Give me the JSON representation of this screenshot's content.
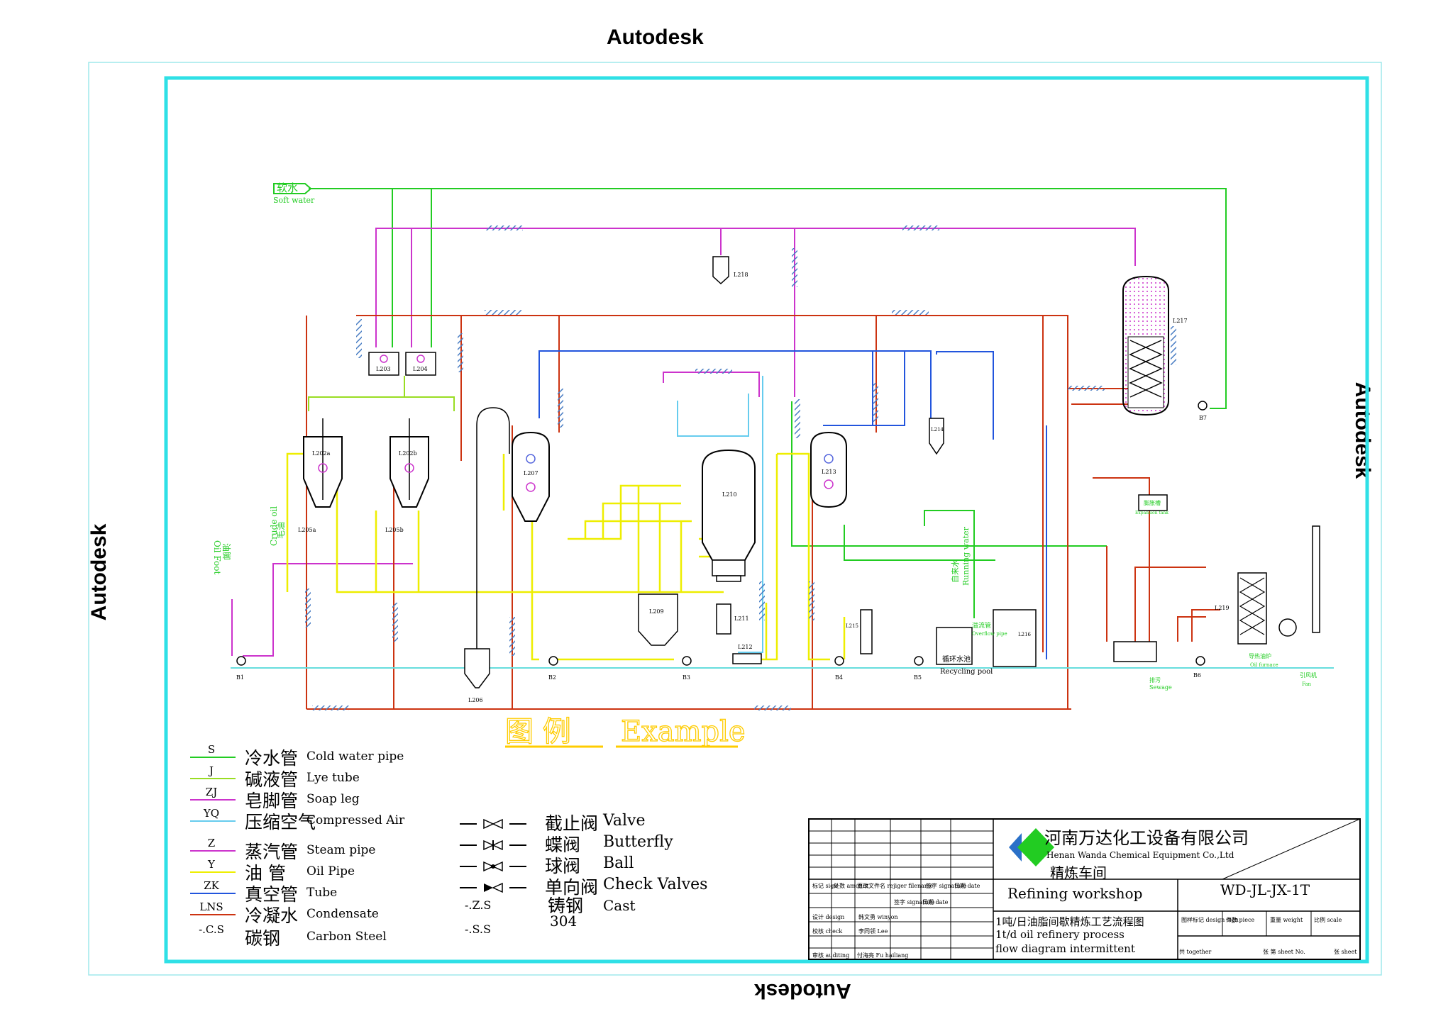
{
  "watermark": "Autodesk",
  "colors": {
    "frame": "#2fe0e6",
    "cold_water": "#22cc22",
    "lye": "#99dd22",
    "soap": "#cc33cc",
    "air": "#66ccee",
    "steam": "#cc33cc",
    "oil": "#eeee00",
    "vacuum": "#2255dd",
    "condensate": "#cc3311",
    "hatch": "#4a7ec4",
    "example_title": "#ffcc00"
  },
  "streams": {
    "soft_water_cn": "软水",
    "soft_water_en": "Soft water",
    "crude_oil_cn": "毛油",
    "crude_oil_en": "Crude oil",
    "oil_foot_cn": "油脚",
    "oil_foot_en": "Oil Foot",
    "running_water_cn": "自来水",
    "running_water_en": "Running water",
    "overflow_cn": "溢流管",
    "overflow_en": "Overflow pipe",
    "recycling_cn": "循环水池",
    "recycling_en": "Recycling pool",
    "expansion_cn": "膨胀槽",
    "expansion_en": "Expansion tank",
    "sewage_cn": "排污",
    "sewage_en": "Sewage",
    "oil_furnace_cn": "导热油炉",
    "oil_furnace_en": "Oil furnace",
    "fan_cn": "引风机",
    "fan_en": "Fan"
  },
  "equipment": {
    "l202a": "L202a",
    "l202b": "L202b",
    "l203": "L203",
    "l204": "L204",
    "l205a": "L205a",
    "l205b": "L205b",
    "l206": "L206",
    "l207": "L207",
    "l209": "L209",
    "l210": "L210",
    "l211": "L211",
    "l212": "L212",
    "l213": "L213",
    "l214": "L214",
    "l215": "L215",
    "l216": "L216",
    "l217": "L217",
    "l218": "L218",
    "l219": "L219",
    "b1": "B1",
    "b2": "B2",
    "b3": "B3",
    "b4": "B4",
    "b5": "B5",
    "b6": "B6",
    "b7": "B7"
  },
  "legend": {
    "title_cn": "图  例",
    "title_en": "Example",
    "pipes": [
      {
        "code": "S",
        "cn": "冷水管",
        "en": "Cold water pipe",
        "color": "#22cc22"
      },
      {
        "code": "J",
        "cn": "碱液管",
        "en": "Lye tube",
        "color": "#99dd22"
      },
      {
        "code": "ZJ",
        "cn": "皂脚管",
        "en": "Soap leg",
        "color": "#cc33cc"
      },
      {
        "code": "YQ",
        "cn": "压缩空气",
        "en": "Compressed Air",
        "color": "#66ccee"
      },
      {
        "code": "Z",
        "cn": "蒸汽管",
        "en": "Steam pipe",
        "color": "#cc33cc"
      },
      {
        "code": "Y",
        "cn": "油  管",
        "en": "Oil Pipe",
        "color": "#eeee00"
      },
      {
        "code": "ZK",
        "cn": "真空管",
        "en": "Tube",
        "color": "#2255dd"
      },
      {
        "code": "LNS",
        "cn": "冷凝水",
        "en": "Condensate",
        "color": "#cc3311"
      },
      {
        "code": "-.C.S",
        "cn": "碳钢",
        "en": "Carbon Steel",
        "color": ""
      }
    ],
    "valves": [
      {
        "cn": "截止阀",
        "en": "Valve"
      },
      {
        "cn": "蝶阀",
        "en": "Butterfly"
      },
      {
        "cn": "球阀",
        "en": "Ball"
      },
      {
        "cn": "单向阀",
        "en": "Check Valves"
      }
    ],
    "materials": [
      {
        "code": "-.Z.S",
        "cn": "铸钢",
        "en": "Cast"
      },
      {
        "code": "-.S.S",
        "cn": "",
        "en": "304"
      }
    ]
  },
  "title_block": {
    "company_cn": "河南万达化工设备有限公司",
    "company_en": "Henan Wanda Chemical Equipment Co.,Ltd",
    "workshop_cn": "精炼车间",
    "workshop_en": "Refining workshop",
    "drawing_no": "WD-JL-JX-1T",
    "title_cn": "1吨/日油脂间歇精炼工艺流程图",
    "title_en1": "1t/d oil refinery process",
    "title_en2": "flow diagram intermittent",
    "rev_labels": [
      "标记 sign",
      "处数 amount",
      "更改文件名 rejiger filename",
      "签字 signature",
      "日期 date"
    ],
    "rev2_labels": [
      "签字 signature",
      "日期 date"
    ],
    "design_label": "设计 design",
    "design_name": "韩文勇 winyon",
    "check_label": "校核 check",
    "check_name": "李同领 Lee",
    "audit_label": "审核 auditing",
    "audit_name": "付海亮 Fu hailiang",
    "right_labels": [
      "图样标记 design sign",
      "件数 piece",
      "重量 weight",
      "比例 scale"
    ],
    "together": "共 together",
    "sheet_no": "张 第 sheet No.",
    "sheet": "张 sheet"
  }
}
